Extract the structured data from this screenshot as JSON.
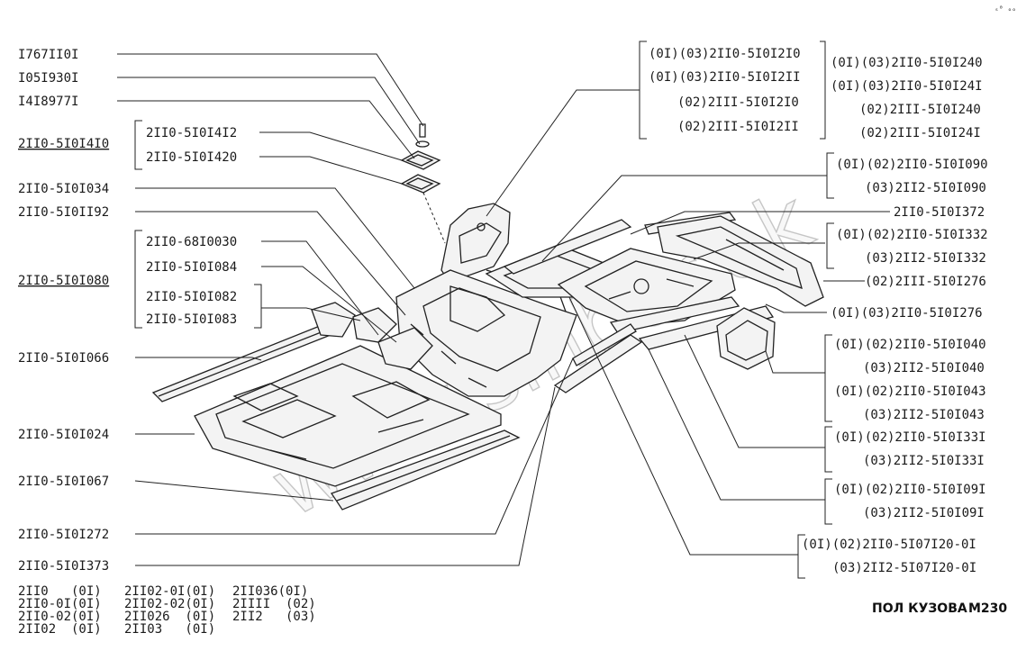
{
  "title": "ПОЛ КУЗОВА",
  "page_code": "M230",
  "corner_mark": "ₛ⁰ ₒₒₒ",
  "watermark": "www.sinbor.ok",
  "labels_left": [
    "I767II0I",
    "I05I930I",
    "I4I8977I",
    "2II0-5I0I4I0",
    "2II0-5I0I4I2",
    "2II0-5I0I420",
    "2II0-5I0I034",
    "2II0-5I0II92",
    "2II0-68I0030",
    "2II0-5I0I084",
    "2II0-5I0I080",
    "2II0-5I0I082",
    "2II0-5I0I083",
    "2II0-5I0I066",
    "2II0-5I0I024",
    "2II0-5I0I067",
    "2II0-5I0I272",
    "2II0-5I0I373"
  ],
  "labels_right": [
    "(0I)(03)2II0-5I0I2I0",
    "(0I)(03)2II0-5I0I2II",
    "(02)2III-5I0I2I0",
    "(02)2III-5I0I2II",
    "(0I)(03)2II0-5I0I240",
    "(0I)(03)2II0-5I0I24I",
    "(02)2III-5I0I240",
    "(02)2III-5I0I24I",
    "(0I)(02)2II0-5I0I090",
    "(03)2II2-5I0I090",
    "2II0-5I0I372",
    "(0I)(02)2II0-5I0I332",
    "(03)2II2-5I0I332",
    "(02)2III-5I0I276",
    "(0I)(03)2II0-5I0I276",
    "(0I)(02)2II0-5I0I040",
    "(03)2II2-5I0I040",
    "(0I)(02)2II0-5I0I043",
    "(03)2II2-5I0I043",
    "(0I)(02)2II0-5I0I33I",
    "(03)2II2-5I0I33I",
    "(0I)(02)2II0-5I0I09I",
    "(03)2II2-5I0I09I",
    "(0I)(02)2II0-5I07I20-0I",
    "(03)2II2-5I07I20-0I"
  ],
  "model_table": [
    "2II0   (0I)",
    "2II0-0I(0I)",
    "2II0-02(0I)",
    "2II02  (0I)",
    "2II02-0I(0I)",
    "2II02-02(0I)",
    "2II026  (0I)",
    "2II03   (0I)",
    "2II036(0I)",
    "2IIII  (02)",
    "2II2   (03)"
  ]
}
